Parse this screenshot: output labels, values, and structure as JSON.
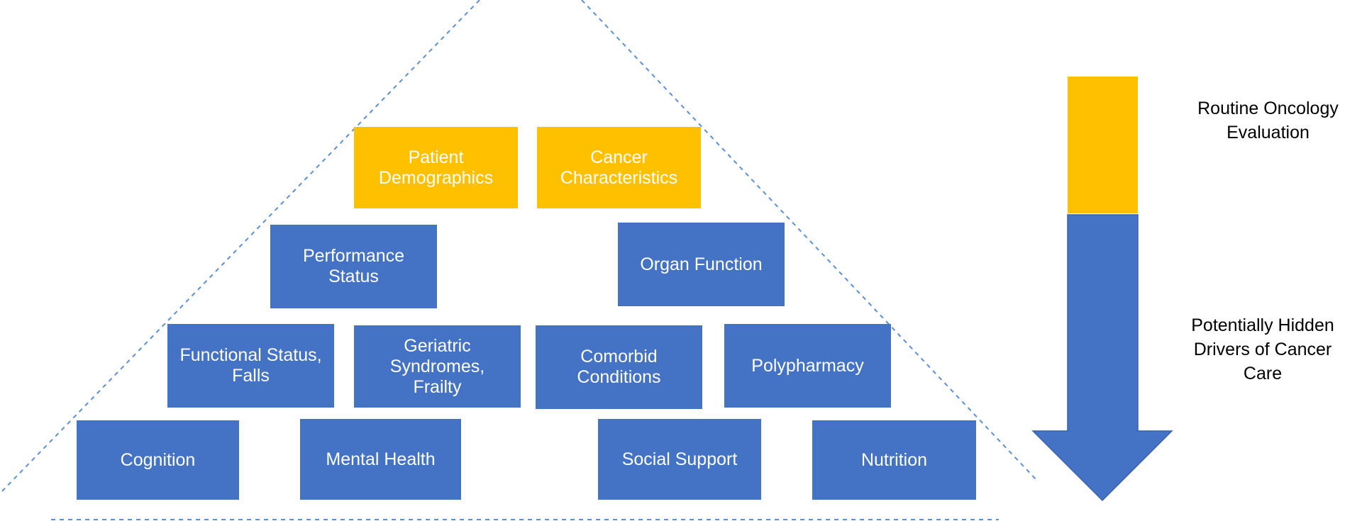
{
  "colors": {
    "gold": "#FFC000",
    "blue": "#4472C4",
    "dashed_line": "#5B8FD6"
  },
  "boxes": {
    "patient_demographics": "Patient\nDemographics",
    "cancer_characteristics": "Cancer\nCharacteristics",
    "performance_status": "Performance\nStatus",
    "organ_function": "Organ Function",
    "functional_status_falls": "Functional Status,\nFalls",
    "geriatric_syndromes_frailty": "Geriatric\nSyndromes,\nFrailty",
    "comorbid_conditions": "Comorbid\nConditions",
    "polypharmacy": "Polypharmacy",
    "cognition": "Cognition",
    "mental_health": "Mental Health",
    "social_support": "Social Support",
    "nutrition": "Nutrition"
  },
  "legend": {
    "routine": "Routine Oncology\nEvaluation",
    "hidden": "Potentially Hidden\nDrivers of Cancer\nCare"
  }
}
